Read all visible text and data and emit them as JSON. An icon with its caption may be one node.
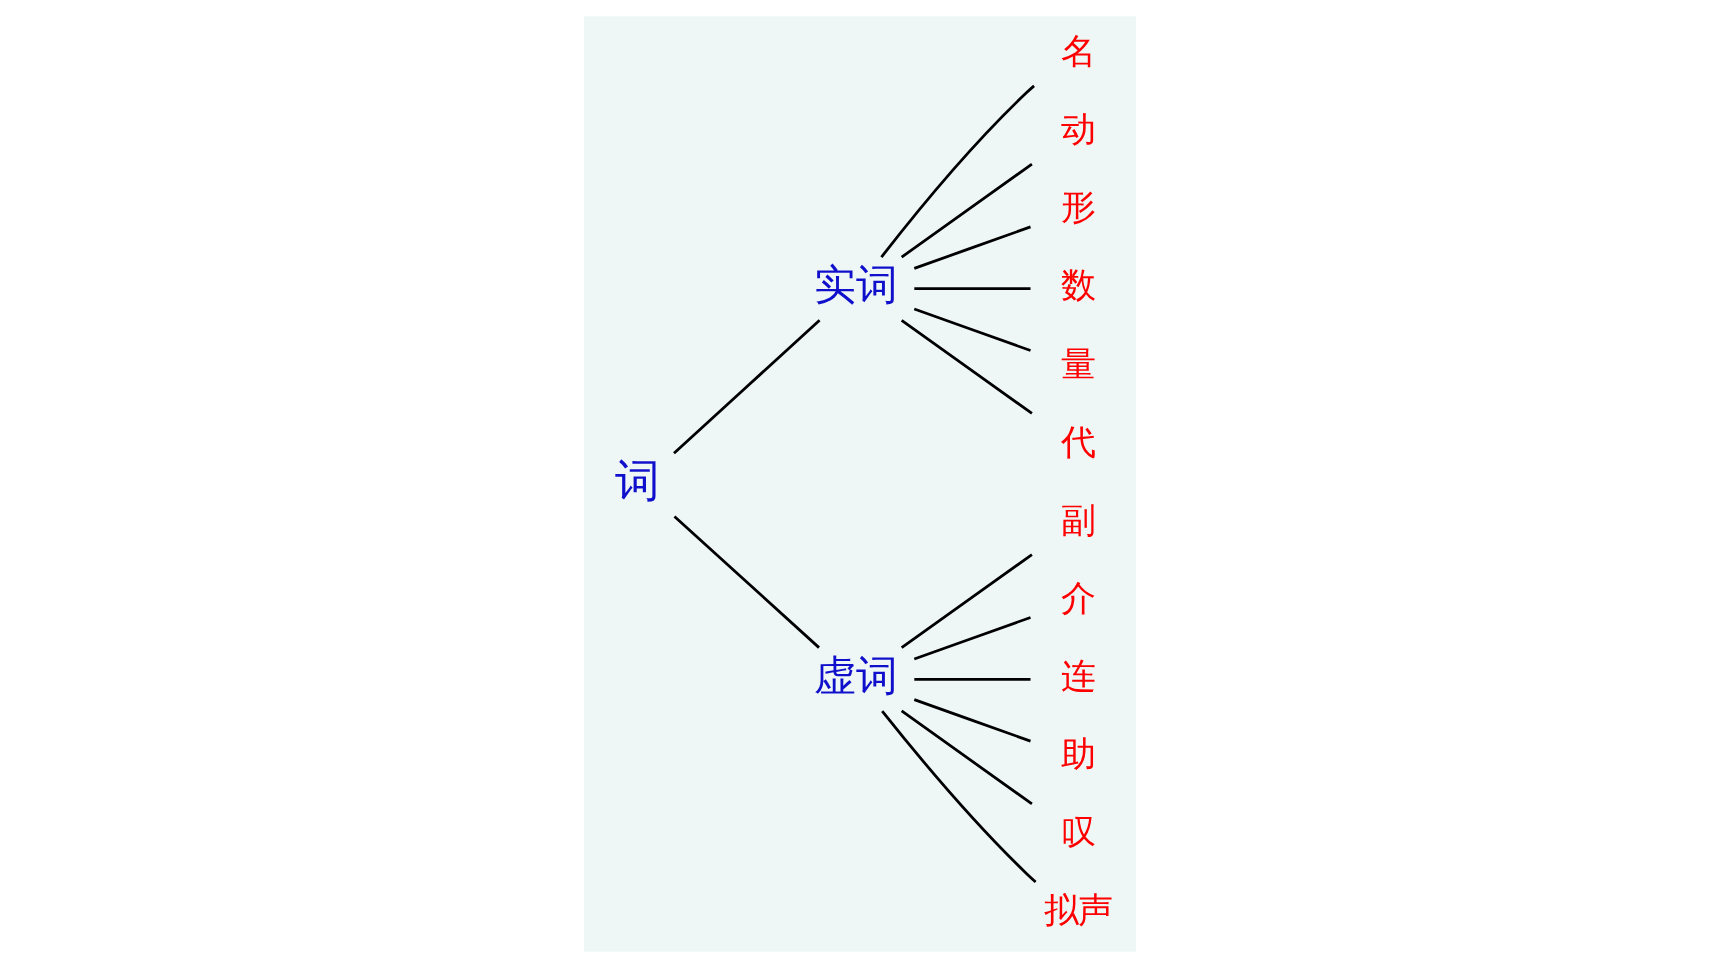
{
  "diagram": {
    "nodes": [
      {
        "text": [
          "词"
        ]
      },
      {
        "text": [
          "实词"
        ]
      },
      {
        "text": [
          "虚词"
        ]
      },
      {
        "text": [
          "名"
        ]
      },
      {
        "text": [
          "动"
        ]
      },
      {
        "text": [
          "形"
        ]
      },
      {
        "text": [
          "数"
        ]
      },
      {
        "text": [
          "量"
        ]
      },
      {
        "text": [
          "代"
        ]
      },
      {
        "text": [
          "副"
        ]
      },
      {
        "text": [
          "介"
        ]
      },
      {
        "text": [
          "连"
        ]
      },
      {
        "text": [
          "助"
        ]
      },
      {
        "text": [
          "叹"
        ]
      },
      {
        "text": [
          "拟声"
        ]
      }
    ],
    "edges": [
      {
        "from": 0,
        "to": 1,
        "arrow": "none"
      },
      {
        "from": 0,
        "to": 2,
        "arrow": "none"
      },
      {
        "from": 1,
        "to": 3,
        "arrow": "none"
      },
      {
        "from": 1,
        "to": 4,
        "arrow": "none"
      },
      {
        "from": 1,
        "to": 5,
        "arrow": "none"
      },
      {
        "from": 1,
        "to": 6,
        "arrow": "none"
      },
      {
        "from": 1,
        "to": 7,
        "arrow": "none"
      },
      {
        "from": 1,
        "to": 8,
        "arrow": "none"
      },
      {
        "from": 2,
        "to": 9,
        "arrow": "none"
      },
      {
        "from": 2,
        "to": 10,
        "arrow": "none"
      },
      {
        "from": 2,
        "to": 11,
        "arrow": "none"
      },
      {
        "from": 2,
        "to": 12,
        "arrow": "none"
      },
      {
        "from": 2,
        "to": 13,
        "arrow": "none"
      },
      {
        "from": 2,
        "to": 14,
        "arrow": "none"
      }
    ]
  }
}
